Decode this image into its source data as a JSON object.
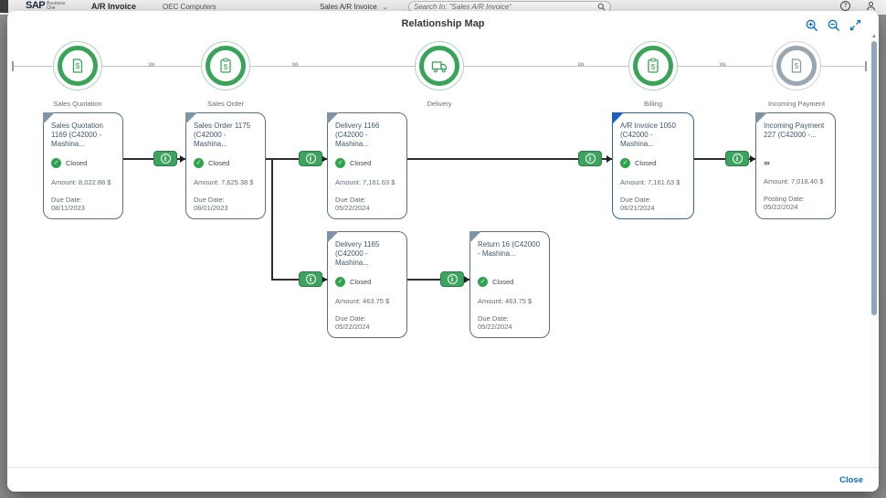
{
  "shell": {
    "logo_main": "SAP",
    "logo_sub1": "Business",
    "logo_sub2": "One",
    "app_title": "A/R Invoice",
    "company": "OEC Computers",
    "nav_selected": "Sales A/R Invoice",
    "nav_chevron": "⌄",
    "search_text": "Search In: \"Sales A/R Invoice\"",
    "help_glyph": "?"
  },
  "dialog": {
    "title": "Relationship Map",
    "close_label": "Close"
  },
  "flow": {
    "chevrons": "›››",
    "stages": [
      {
        "label": "Sales Quotation",
        "state": "done"
      },
      {
        "label": "Sales Order",
        "state": "done"
      },
      {
        "label": "Delivery",
        "state": "done"
      },
      {
        "label": "Billing",
        "state": "done"
      },
      {
        "label": "Incoming Payment",
        "state": "pending"
      }
    ]
  },
  "cards": [
    {
      "title": "Sales Quotation 1169 (C42000 - Mashina...",
      "status": "Closed",
      "amount_label": "Amount:",
      "amount": "8,022.88 $",
      "date_label": "Due Date:",
      "date": "08/11/2023"
    },
    {
      "title": "Sales Order 1175 (C42000 - Mashina...",
      "status": "Closed",
      "amount_label": "Amount:",
      "amount": "7,625.38 $",
      "date_label": "Due Date:",
      "date": "08/01/2023"
    },
    {
      "title": "Delivery 1166 (C42000 - Mashina...",
      "status": "Closed",
      "amount_label": "Amount:",
      "amount": "7,161.63 $",
      "date_label": "Due Date:",
      "date": "05/22/2024"
    },
    {
      "title": "A/R Invoice 1050 (C42000 - Mashina...",
      "status": "Closed",
      "amount_label": "Amount:",
      "amount": "7,161.63 $",
      "date_label": "Due Date:",
      "date": "06/21/2024",
      "highlighted": true
    },
    {
      "title": "Incoming Payment 227 (C42000 -...",
      "marker": "›››",
      "amount_label": "Amount:",
      "amount": "7,018.40 $",
      "date_label": "Posting Date:",
      "date": "05/22/2024"
    },
    {
      "title": "Delivery 1165 (C42000 - Mashina...",
      "status": "Closed",
      "amount_label": "Amount:",
      "amount": "463.75 $",
      "date_label": "Due Date:",
      "date": "05/22/2024"
    },
    {
      "title": "Return 16 (C42000 - Mashina...",
      "status": "Closed",
      "amount_label": "Amount:",
      "amount": "463.75 $",
      "date_label": "Due Date:",
      "date": "05/22/2024"
    }
  ],
  "colors": {
    "stage_green": "#3aa35a",
    "info_button_green": "#3da45f",
    "status_check_green": "#2da44e",
    "card_border_slate": "#54708c",
    "highlight_blue": "#2d62a5",
    "link_blue": "#0a6ed1",
    "logo_gold": "#e8a33d"
  }
}
